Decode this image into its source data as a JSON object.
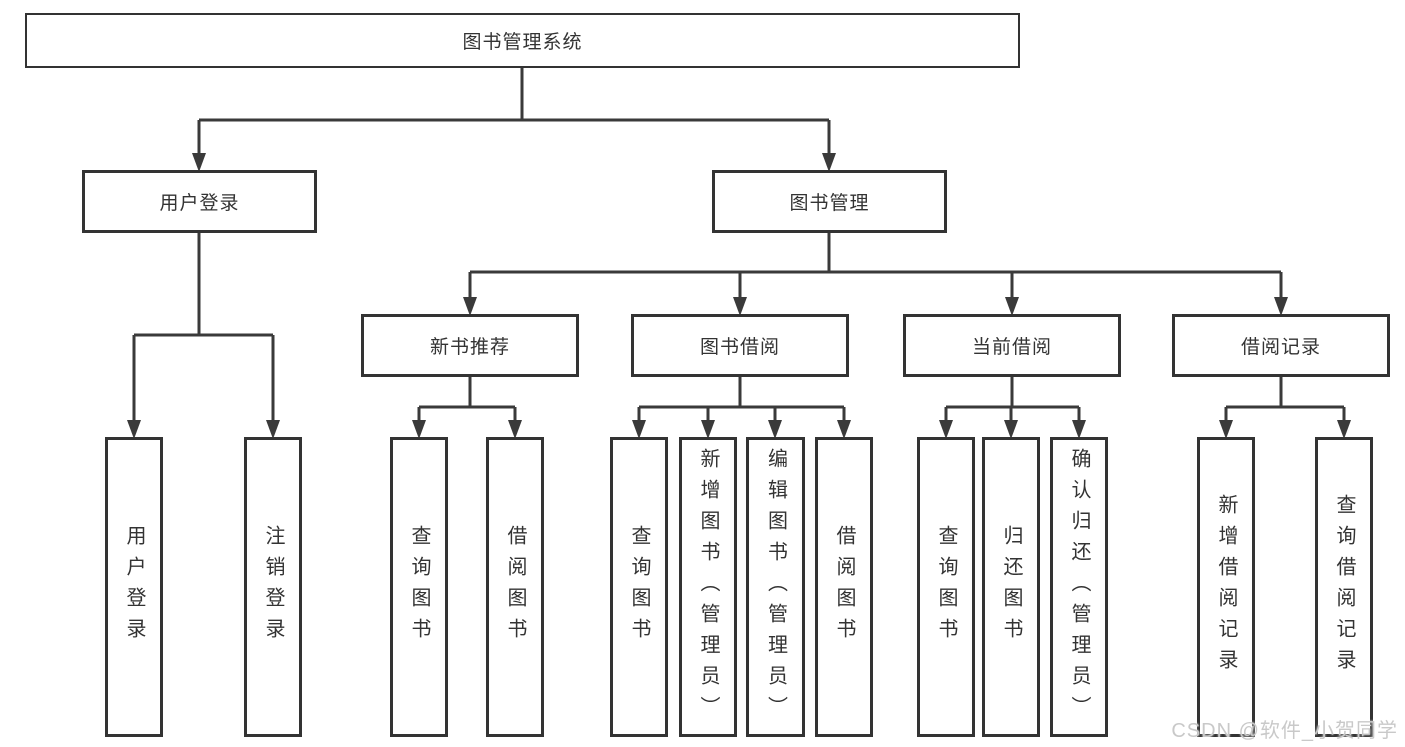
{
  "watermark": "CSDN @软件_小贺同学",
  "colors": {
    "line": "#3a3a3a",
    "border": "#333333",
    "text": "#333333",
    "background": "#ffffff",
    "watermark": "#c9c9c9"
  },
  "diagram": {
    "root": {
      "label": "图书管理系统"
    },
    "branches": [
      {
        "label": "用户登录",
        "children": [
          {
            "label": "用户登录"
          },
          {
            "label": "注销登录"
          }
        ]
      },
      {
        "label": "图书管理",
        "children": [
          {
            "label": "新书推荐",
            "children": [
              {
                "label": "查询图书"
              },
              {
                "label": "借阅图书"
              }
            ]
          },
          {
            "label": "图书借阅",
            "children": [
              {
                "label": "查询图书"
              },
              {
                "label": "新增图书（管理员）"
              },
              {
                "label": "编辑图书（管理员）"
              },
              {
                "label": "借阅图书"
              }
            ]
          },
          {
            "label": "当前借阅",
            "children": [
              {
                "label": "查询图书"
              },
              {
                "label": "归还图书"
              },
              {
                "label": "确认归还（管理员）"
              }
            ]
          },
          {
            "label": "借阅记录",
            "children": [
              {
                "label": "新增借阅记录"
              },
              {
                "label": "查询借阅记录"
              }
            ]
          }
        ]
      }
    ]
  }
}
